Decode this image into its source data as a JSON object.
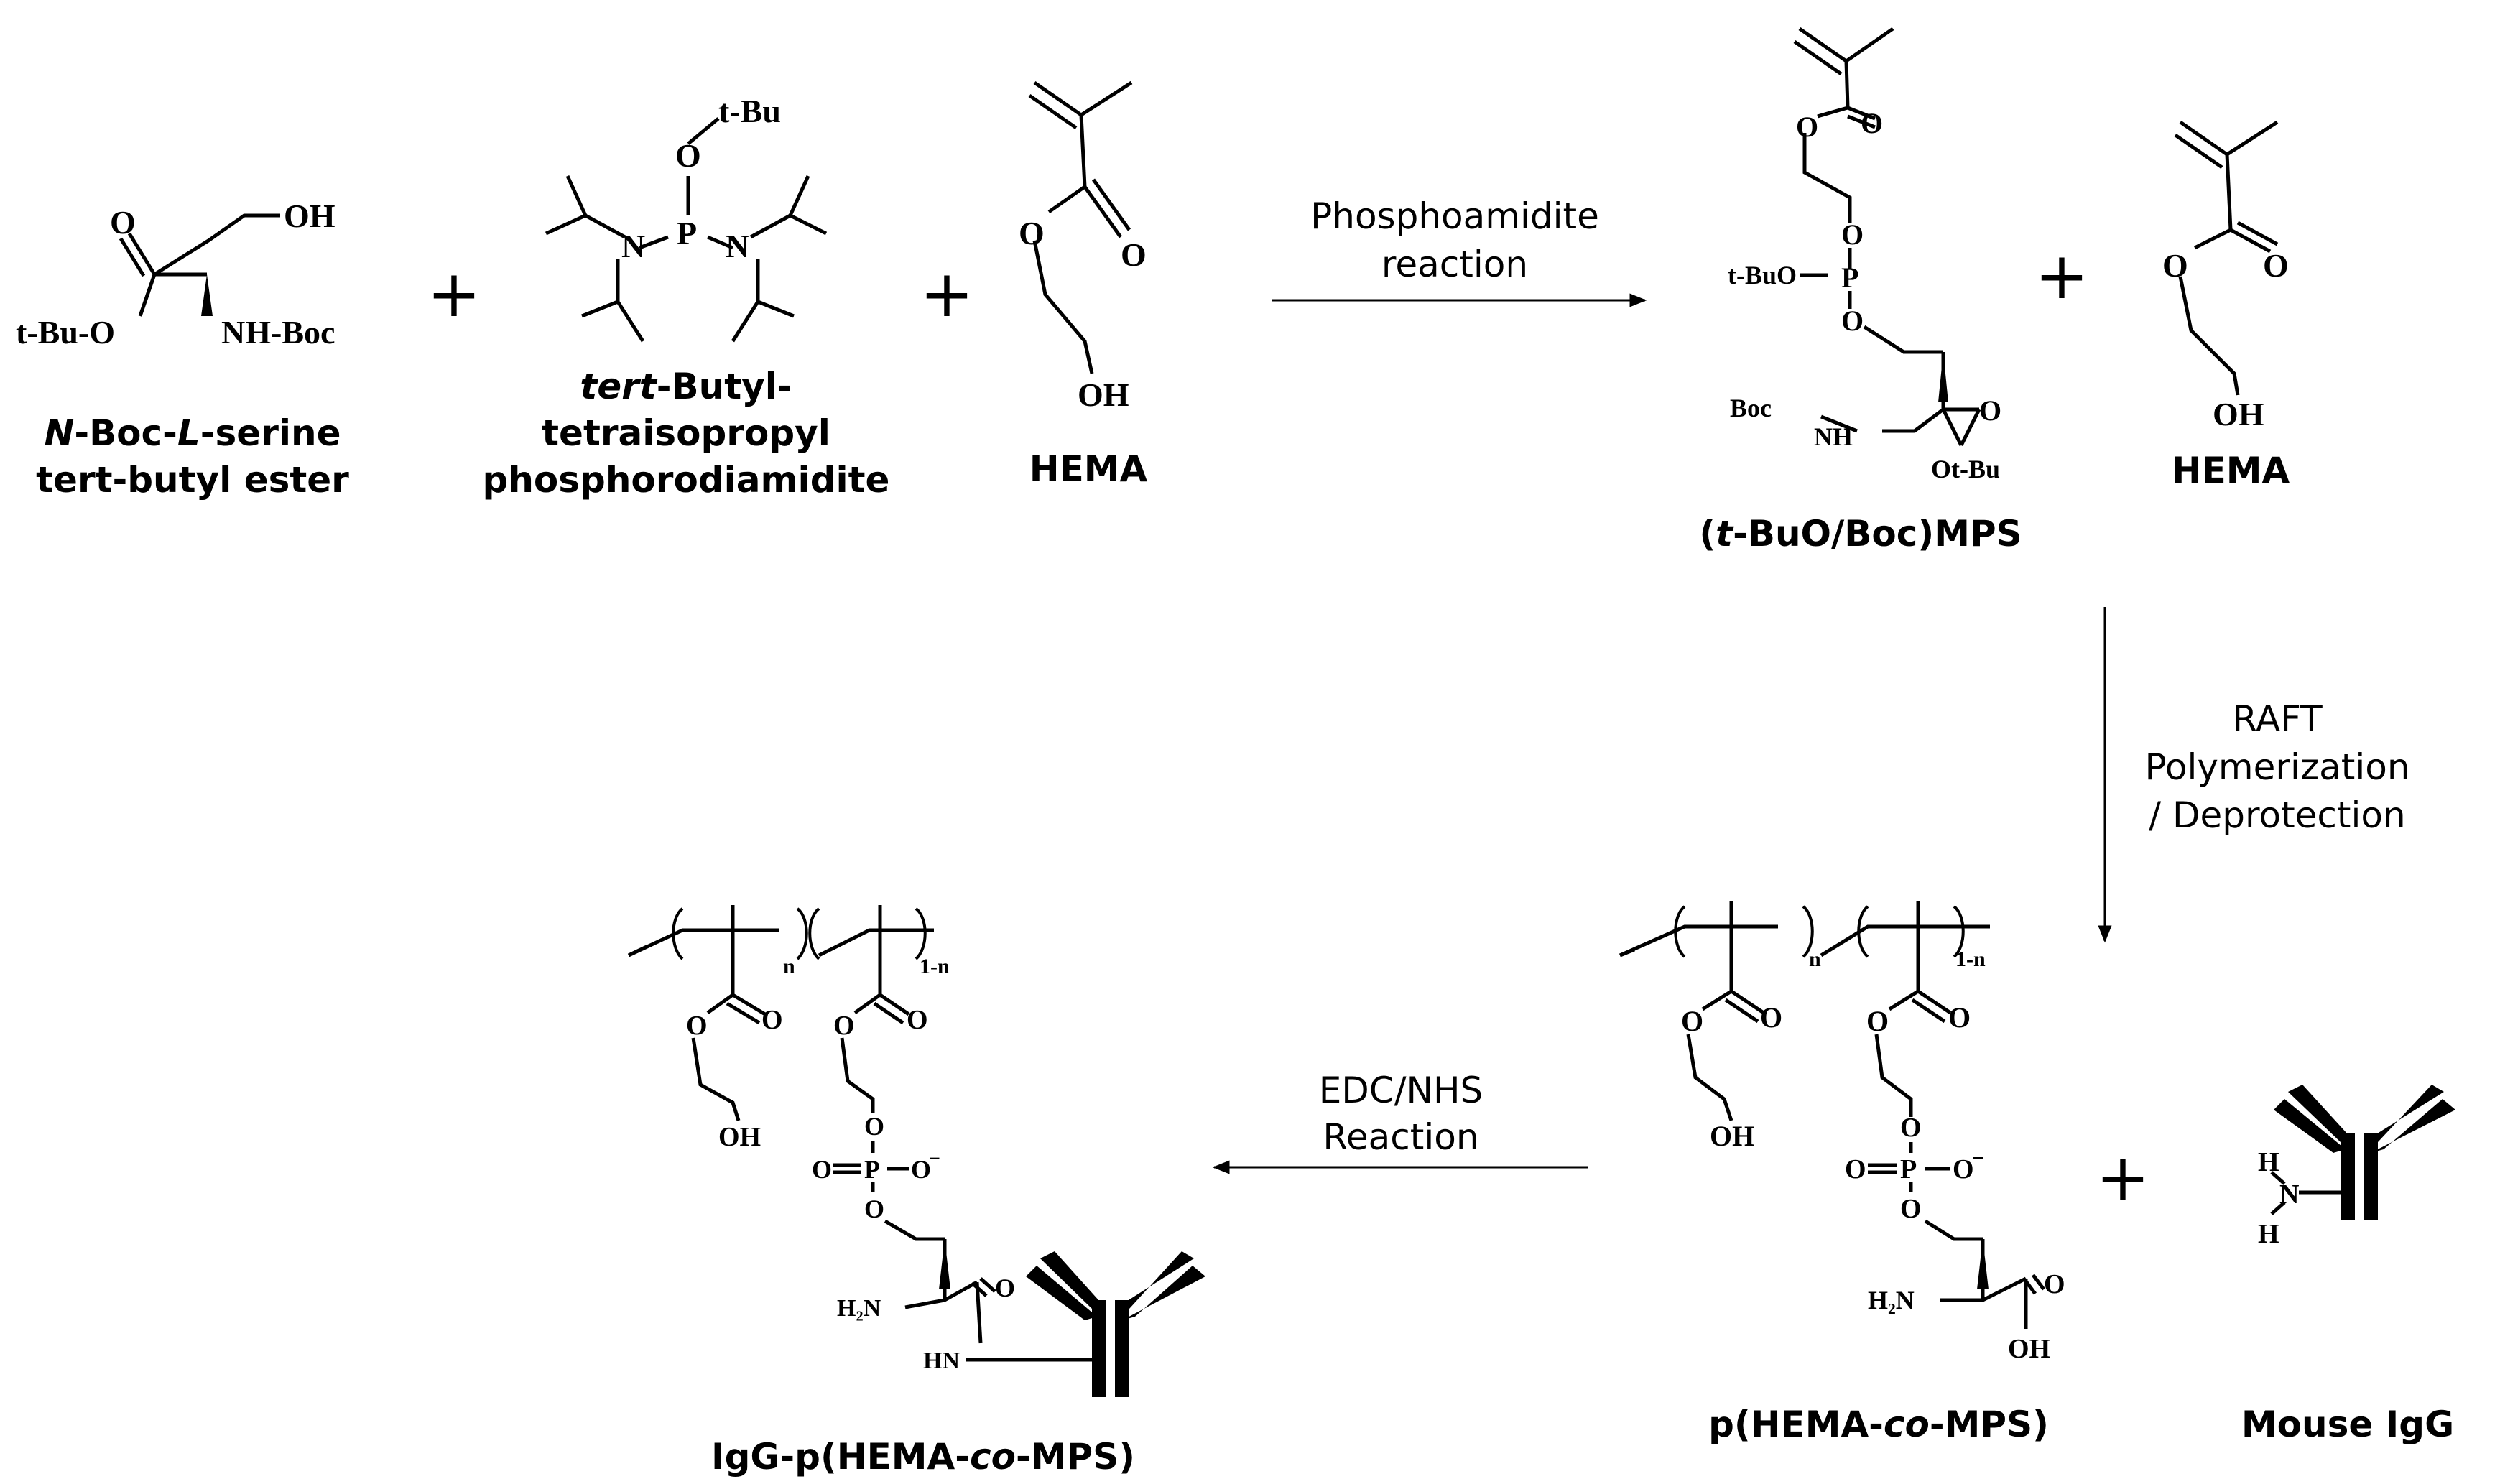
{
  "operators": {
    "plus": "+"
  },
  "serine": {
    "caption_line1_italic": "N",
    "caption_line1_mid": "-Boc-",
    "caption_line1_italic2": "L",
    "caption_line1_tail": "-serine",
    "caption_line2": "tert-butyl ester",
    "atoms": {
      "oh": "OH",
      "o_carbonyl": "O",
      "tbu_o": "t-Bu-O",
      "nh_boc": "NH-Boc"
    }
  },
  "phosphorodiamidite": {
    "caption_line1_italic": "tert",
    "caption_line1_tail": "-Butyl-",
    "caption_line2": "tetraisopropyl",
    "caption_line3": "phosphorodiamidite",
    "atoms": {
      "tbu": "t-Bu",
      "o": "O",
      "p": "P",
      "n": "N"
    }
  },
  "hema": {
    "caption": "HEMA",
    "atoms": {
      "o": "O",
      "oh": "OH"
    }
  },
  "monomer": {
    "caption_open": "(",
    "caption_italic": "t",
    "caption_tail": "-BuO/Boc)MPS",
    "atoms": {
      "o": "O",
      "p": "P",
      "tbuo": "t-BuO",
      "boc": "Boc",
      "nh": "NH",
      "otbu": "Ot-Bu"
    }
  },
  "polymer": {
    "caption_head": "p(HEMA-",
    "caption_italic": "co",
    "caption_tail": "-MPS)",
    "atoms": {
      "o": "O",
      "oh": "OH",
      "p": "P",
      "neg": "−",
      "h2n": "H₂N",
      "sub_n": "n",
      "sub_1n": "1-n"
    }
  },
  "igg": {
    "caption": "Mouse IgG",
    "atoms": {
      "h": "H",
      "n": "N"
    }
  },
  "conjugate": {
    "caption_head": "IgG-p(HEMA-",
    "caption_italic": "co",
    "caption_tail": "-MPS)",
    "atoms": {
      "hn": "HN"
    }
  },
  "reactions": {
    "step1_line1": "Phosphoamidite",
    "step1_line2": "reaction",
    "step2_line1": "RAFT",
    "step2_line2": "Polymerization",
    "step2_line3": "/ Deprotection",
    "step3_line1": "EDC/NHS",
    "step3_line2": "Reaction"
  }
}
